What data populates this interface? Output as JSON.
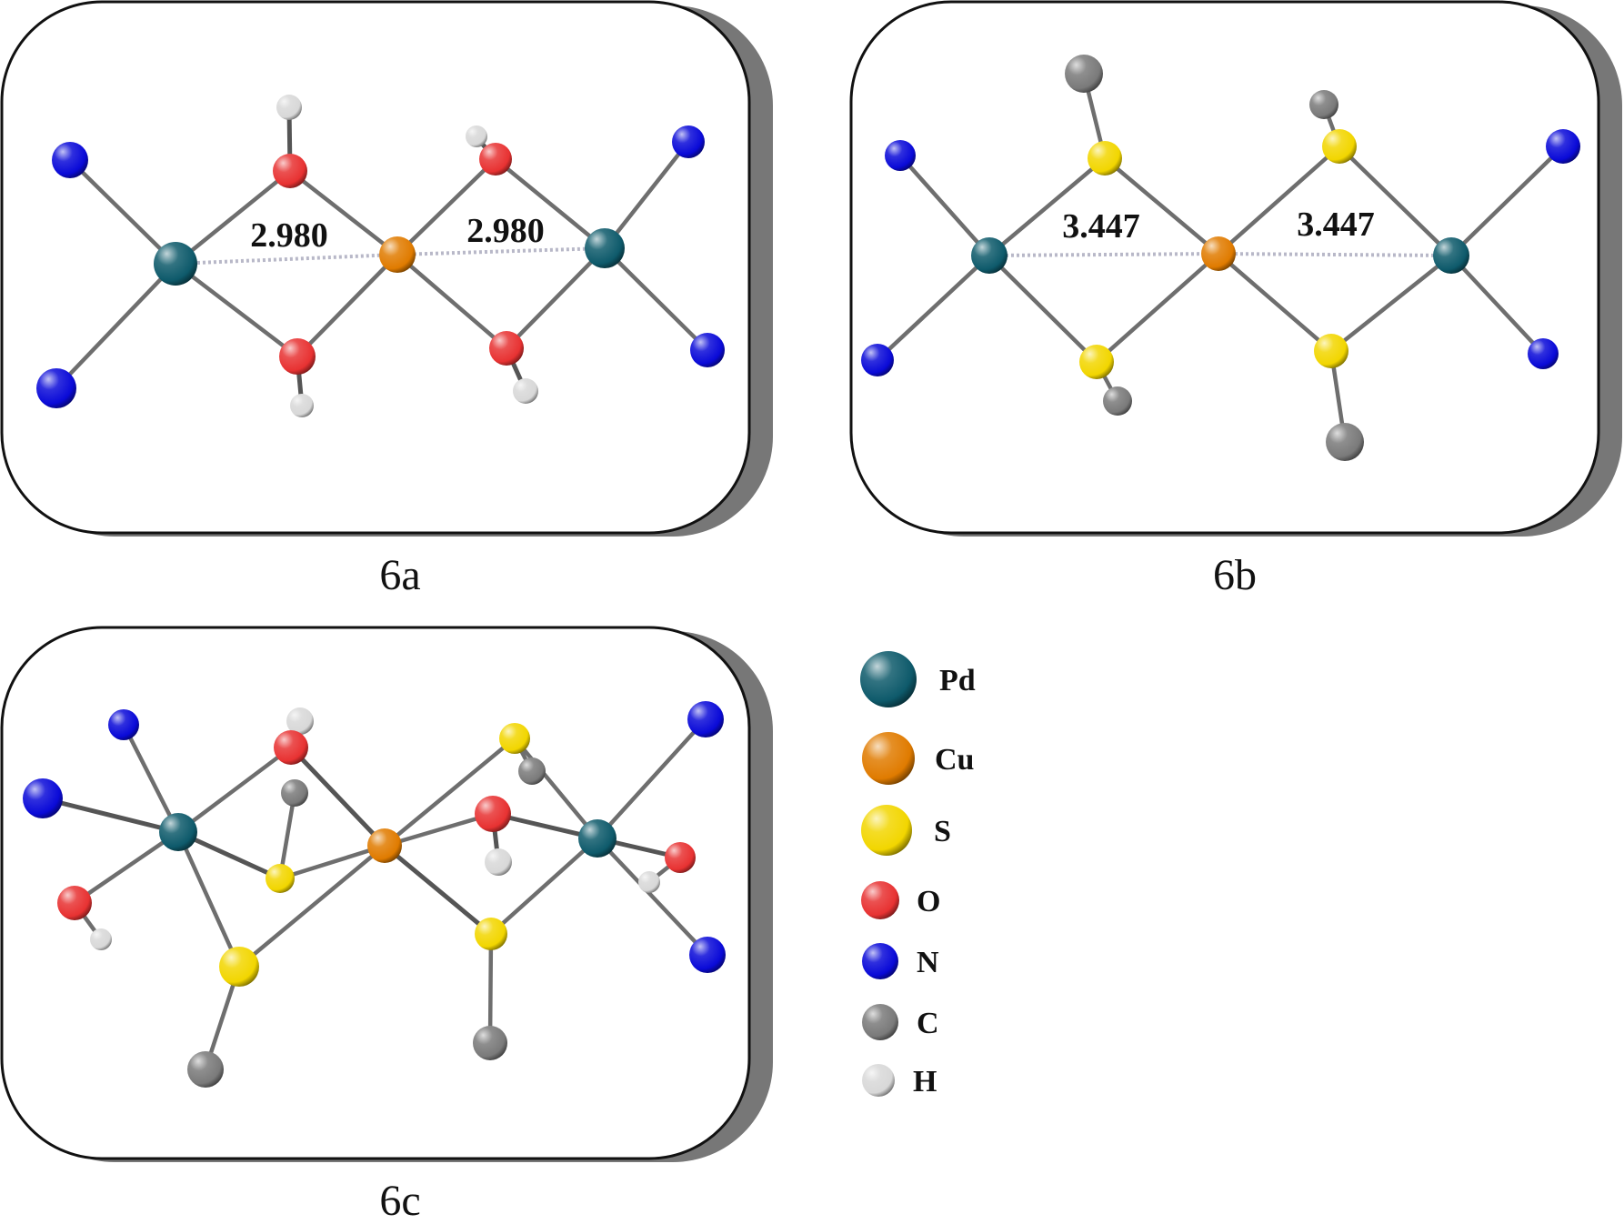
{
  "colors": {
    "Pd": "#0e5a6b",
    "Cu": "#e07b00",
    "S": "#f2d600",
    "O": "#e83232",
    "N": "#0a0ad8",
    "C": "#7a7a7a",
    "H": "#d8d8d8"
  },
  "panels": [
    {
      "id": "6a",
      "caption": "6a",
      "distances": [
        "2.980",
        "2.980"
      ]
    },
    {
      "id": "6b",
      "caption": "6b",
      "distances": [
        "3.447",
        "3.447"
      ]
    },
    {
      "id": "6c",
      "caption": "6c",
      "distances": []
    }
  ],
  "legend": [
    {
      "element": "Pd",
      "label": "Pd"
    },
    {
      "element": "Cu",
      "label": "Cu"
    },
    {
      "element": "S",
      "label": "S"
    },
    {
      "element": "O",
      "label": "O"
    },
    {
      "element": "N",
      "label": "N"
    },
    {
      "element": "C",
      "label": "C"
    },
    {
      "element": "H",
      "label": "H"
    }
  ]
}
